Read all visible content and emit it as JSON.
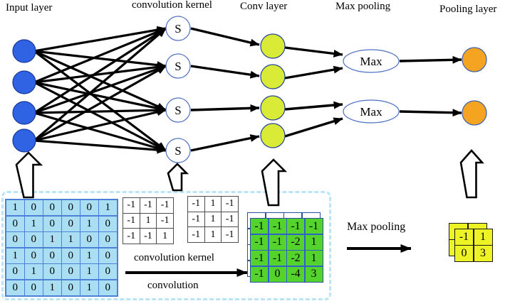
{
  "labels": {
    "input_layer": "Input layer",
    "convolution_kernel": "convolution kernel",
    "conv_layer": "Conv layer",
    "max_pooling": "Max pooling",
    "pooling_layer": "Pooling layer"
  },
  "nodes": {
    "s_label": "S",
    "max_label": "Max"
  },
  "captions": {
    "convolution_kernel": "convolution kernel",
    "convolution": "convolution",
    "max_pooling": "Max pooling"
  },
  "matrices": {
    "input": [
      [
        1,
        0,
        0,
        0,
        0,
        1
      ],
      [
        0,
        1,
        0,
        0,
        1,
        0
      ],
      [
        0,
        0,
        1,
        1,
        0,
        0
      ],
      [
        1,
        0,
        0,
        0,
        1,
        0
      ],
      [
        0,
        1,
        0,
        0,
        1,
        0
      ],
      [
        0,
        0,
        1,
        0,
        1,
        0
      ]
    ],
    "kernel1": [
      [
        -1,
        -1,
        -1
      ],
      [
        -1,
        1,
        -1
      ],
      [
        -1,
        -1,
        1
      ]
    ],
    "kernel2": [
      [
        -1,
        1,
        -1
      ],
      [
        -1,
        1,
        -1
      ],
      [
        -1,
        1,
        -1
      ]
    ],
    "conv_result": [
      [
        -1,
        -1,
        -1,
        -1
      ],
      [
        -1,
        -1,
        -2,
        1
      ],
      [
        -1,
        -1,
        -2,
        1
      ],
      [
        -1,
        0,
        -4,
        3
      ]
    ],
    "conv_result_back": [
      [
        "",
        "",
        "",
        ""
      ],
      [
        "",
        "",
        "",
        ""
      ],
      [
        "",
        "",
        "",
        ""
      ],
      [
        "",
        "",
        "",
        ""
      ]
    ],
    "pool_result": [
      [
        -1,
        1
      ],
      [
        0,
        3
      ]
    ],
    "pool_result_back": [
      [
        "",
        ""
      ],
      [
        "",
        ""
      ]
    ]
  },
  "colors": {
    "input_node": "#2f63e3",
    "conv_node": "#d9eb37",
    "pooling_node": "#f4a420",
    "node_outline": "#4d6fc0",
    "edge": "#000000",
    "input_matrix_bg": "#a9def3",
    "matrix_grid_blue": "#4b82d8",
    "conv_matrix_bg": "#53d32c",
    "pool_matrix_bg": "#eef326",
    "dashed_border": "#b9e5f5"
  }
}
